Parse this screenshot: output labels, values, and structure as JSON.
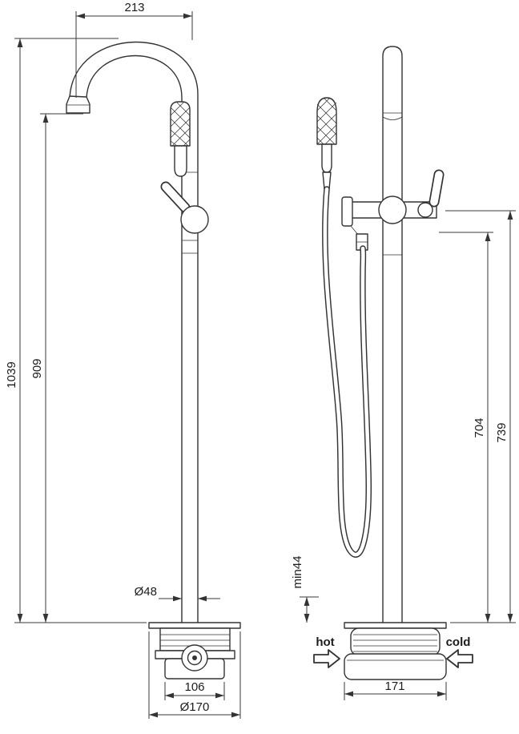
{
  "dims": {
    "spout_reach": "213",
    "total_height": "1039",
    "spout_height": "909",
    "pipe_diameter": "Ø48",
    "base_top_width": "106",
    "base_diameter": "Ø170",
    "handle_height": "704",
    "overall_front_height": "739",
    "min_clearance": "min44",
    "front_base_width": "171"
  },
  "labels": {
    "hot": "hot",
    "cold": "cold"
  }
}
